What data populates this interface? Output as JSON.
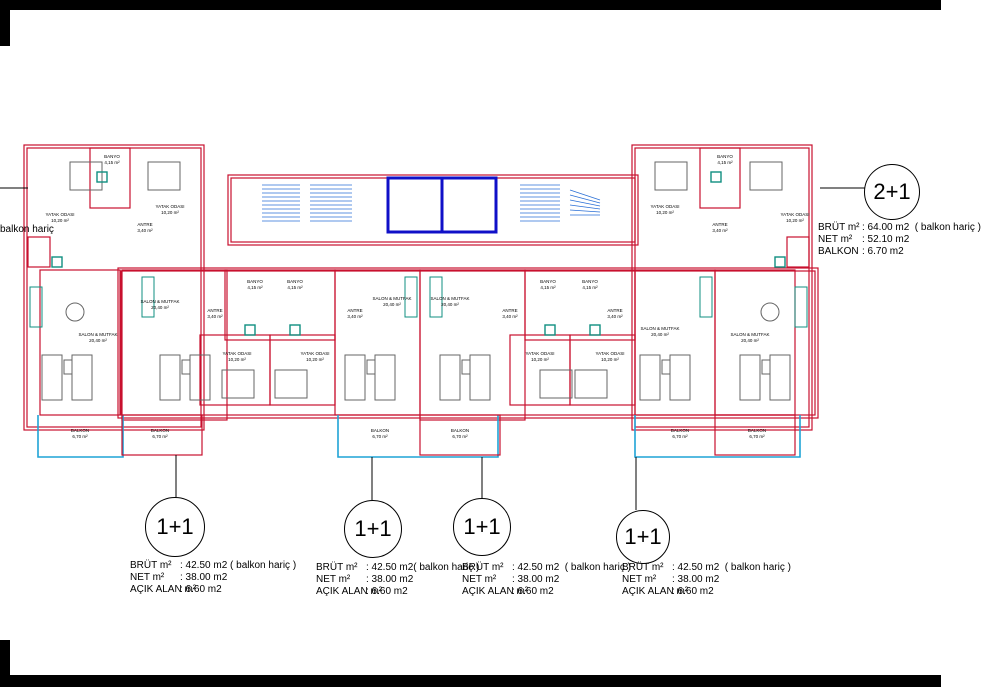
{
  "units": [
    {
      "id": "u2",
      "type": "2+1",
      "rows": [
        {
          "k": "BRÜT m²",
          "v": ": 64.00 m2  ( balkon hariç )"
        },
        {
          "k": "NET m²",
          "v": ": 52.10 m2"
        },
        {
          "k": "BALKON",
          "v": ": 6.70 m2"
        }
      ]
    },
    {
      "id": "u1a",
      "type": "1+1",
      "rows": [
        {
          "k": "BRÜT m²",
          "v": ": 42.50 m2 ( balkon hariç )"
        },
        {
          "k": "NET m²",
          "v": ": 38.00 m2"
        },
        {
          "k": "AÇIK ALAN m²",
          "v": ": 6.60 m2"
        }
      ]
    },
    {
      "id": "u1b",
      "type": "1+1",
      "rows": [
        {
          "k": "BRÜT m²",
          "v": ": 42.50 m2( balkon hariç )"
        },
        {
          "k": "NET m²",
          "v": ": 38.00 m2"
        },
        {
          "k": "AÇIK ALAN m²",
          "v": ": 6.60 m2"
        }
      ]
    },
    {
      "id": "u1c",
      "type": "1+1",
      "rows": [
        {
          "k": "BRÜT m²",
          "v": ": 42.50 m2  ( balkon hariç )"
        },
        {
          "k": "NET m²",
          "v": ": 38.00 m2"
        },
        {
          "k": "AÇIK ALAN m²",
          "v": ": 6.60 m2"
        }
      ]
    },
    {
      "id": "u1d",
      "type": "1+1",
      "rows": [
        {
          "k": "BRÜT m²",
          "v": ": 42.50 m2  ( balkon hariç )"
        },
        {
          "k": "NET m²",
          "v": ": 38.00 m2"
        },
        {
          "k": "AÇIK ALAN m²",
          "v": ": 6.60 m2"
        }
      ]
    }
  ],
  "left_cut_text": "balkon hariç",
  "rooms": {
    "banyo": "BANYO",
    "banyo_area": "4,15 m²",
    "yatak": "YATAK ODASI",
    "yatak_area": "10,20 m²",
    "antre": "ANTRE",
    "antre_area": "3,40 m²",
    "salon": "SALON & MUTFAK",
    "salon_area": "20,40 m²",
    "balkon": "BALKON",
    "balkon_area": "6,70 m²"
  },
  "colors": {
    "wall": "#c8102e",
    "balcony": "#1fa3d6",
    "furniture": "#0f8f80",
    "stair": "#2a6fd6",
    "core": "#1010c8"
  }
}
